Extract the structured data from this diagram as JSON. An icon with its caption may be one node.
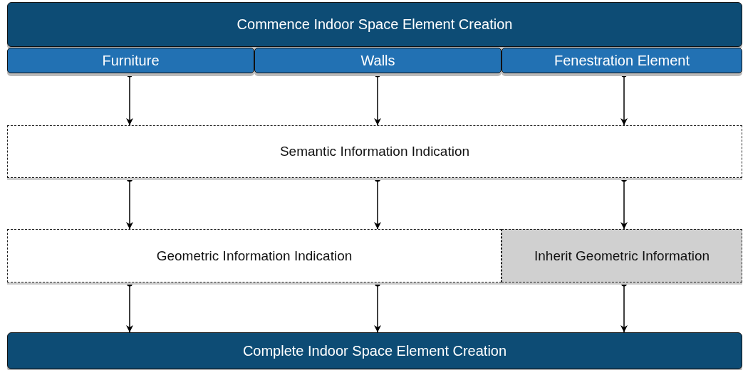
{
  "diagram": {
    "nodes": [
      {
        "text": [
          "Commence Indoor Space Element Creation"
        ]
      },
      {
        "text": [
          "Furniture"
        ]
      },
      {
        "text": [
          "Walls"
        ]
      },
      {
        "text": [
          "Fenestration Element"
        ]
      },
      {
        "text": [
          "Semantic Information Indication"
        ]
      },
      {
        "text": [
          "Geometric Information Indication"
        ]
      },
      {
        "text": [
          "Inherit Geometric Information"
        ]
      },
      {
        "text": [
          "Complete Indoor Space Element Creation"
        ]
      }
    ],
    "edges": [
      {
        "from": 1,
        "to": 4,
        "arrow": "to"
      },
      {
        "from": 2,
        "to": 4,
        "arrow": "to"
      },
      {
        "from": 3,
        "to": 4,
        "arrow": "to"
      },
      {
        "from": 4,
        "to": 5,
        "arrow": "to"
      },
      {
        "from": 4,
        "to": 5,
        "arrow": "to"
      },
      {
        "from": 4,
        "to": 6,
        "arrow": "to"
      },
      {
        "from": 5,
        "to": 7,
        "arrow": "to"
      },
      {
        "from": 5,
        "to": 7,
        "arrow": "to"
      },
      {
        "from": 6,
        "to": 7,
        "arrow": "to"
      }
    ]
  }
}
